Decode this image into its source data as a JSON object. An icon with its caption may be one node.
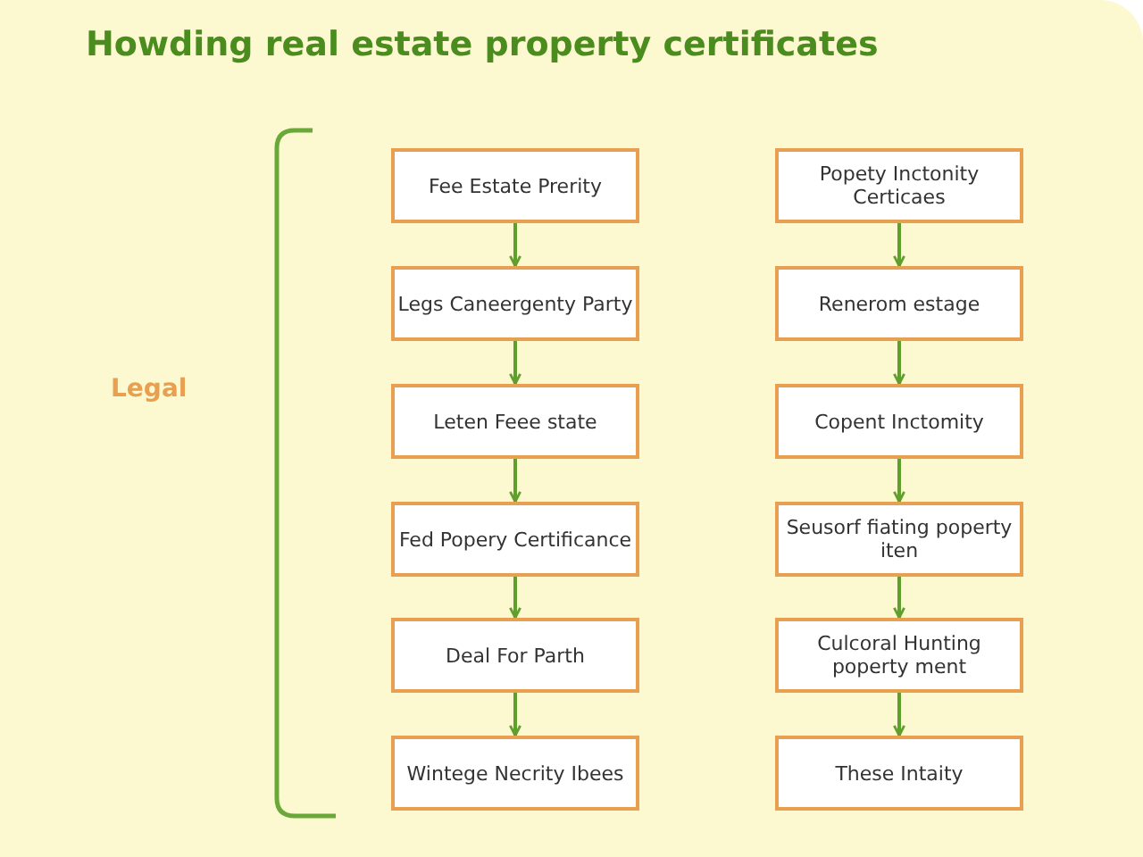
{
  "diagram": {
    "title": "Howding real estate property certificates",
    "nodes": [
      {
        "text": [
          "Fee Estate Prerity"
        ]
      },
      {
        "text": [
          "Legs Caneergenty Party"
        ]
      },
      {
        "text": [
          "Leten Feee state"
        ]
      },
      {
        "text": [
          "Fed Popery Certificance"
        ]
      },
      {
        "text": [
          "Deal For Parth"
        ]
      },
      {
        "text": [
          "Wintege Necrity Ibees"
        ]
      },
      {
        "text": [
          "Popety Inctonity Certicaes"
        ]
      },
      {
        "text": [
          "Renerom estage"
        ]
      },
      {
        "text": [
          "Copent Inctomity"
        ]
      },
      {
        "text": [
          "Seusorf fiating poperty iten"
        ]
      },
      {
        "text": [
          "Culcoral Hunting poperty ment"
        ]
      },
      {
        "text": [
          "These Intaity"
        ]
      }
    ],
    "edges": [
      {
        "from": 0,
        "to": 1,
        "arrow": "to"
      },
      {
        "from": 1,
        "to": 2,
        "arrow": "to"
      },
      {
        "from": 2,
        "to": 3,
        "arrow": "to"
      },
      {
        "from": 3,
        "to": 4,
        "arrow": "to"
      },
      {
        "from": 4,
        "to": 5,
        "arrow": "to"
      },
      {
        "from": 6,
        "to": 7,
        "arrow": "to"
      },
      {
        "from": 7,
        "to": 8,
        "arrow": "to"
      },
      {
        "from": 8,
        "to": 9,
        "arrow": "to"
      },
      {
        "from": 9,
        "to": 10,
        "arrow": "to"
      },
      {
        "from": 10,
        "to": 11,
        "arrow": "to"
      }
    ],
    "labels": [
      "Legal"
    ]
  }
}
